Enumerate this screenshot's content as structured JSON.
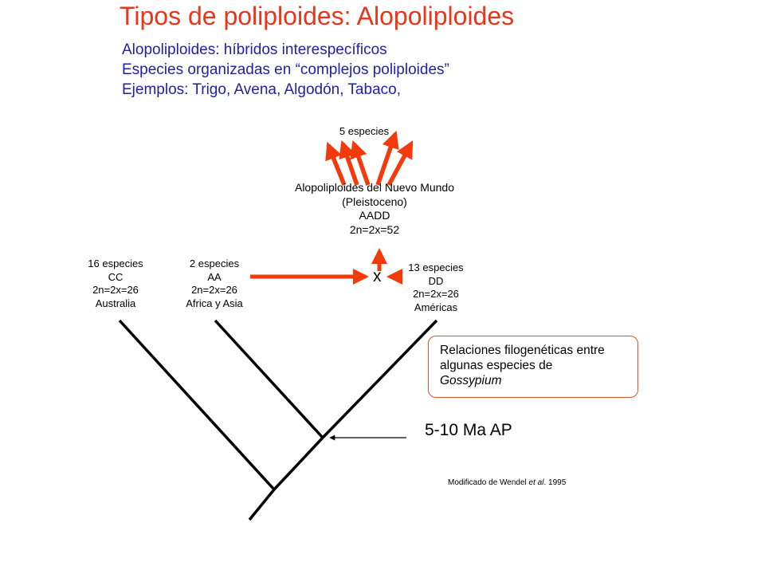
{
  "slide": {
    "title": "Tipos de poliploides: Alopoliploides",
    "bullets": [
      "Alopoliploides: híbridos interespecíficos",
      "Especies organizadas en “complejos poliploides”",
      "Ejemplos: Trigo, Avena, Algodón, Tabaco,"
    ]
  },
  "diagram": {
    "descendants_label": "5 especies",
    "allopolyploid": {
      "lines": [
        "Alopoliploides del Nuevo Mundo",
        "(Pleistoceno)",
        "AADD",
        "2n=2x=52"
      ]
    },
    "cross_symbol": "x",
    "clades": [
      {
        "lines": [
          "16 especies",
          "CC",
          "2n=2x=26",
          "Australia"
        ]
      },
      {
        "lines": [
          "2 especies",
          "AA",
          "2n=2x=26",
          "Africa y Asia"
        ]
      },
      {
        "lines": [
          "13 especies",
          "DD",
          "2n=2x=26",
          "Américas"
        ]
      }
    ],
    "note": {
      "line1": "Relaciones filogenéticas entre",
      "line2": "algunas especies de",
      "genus": "Gossypium"
    },
    "divergence_label": "5-10 Ma AP",
    "credit": {
      "prefix": "Modificado de Wendel ",
      "etal": "et al",
      "suffix": ". 1995"
    },
    "colors": {
      "title": "#e8361a",
      "bullets": "#1f1fa8",
      "arrows": "#f23a0c",
      "tree": "#000000",
      "box_border": "#d7542f"
    }
  }
}
